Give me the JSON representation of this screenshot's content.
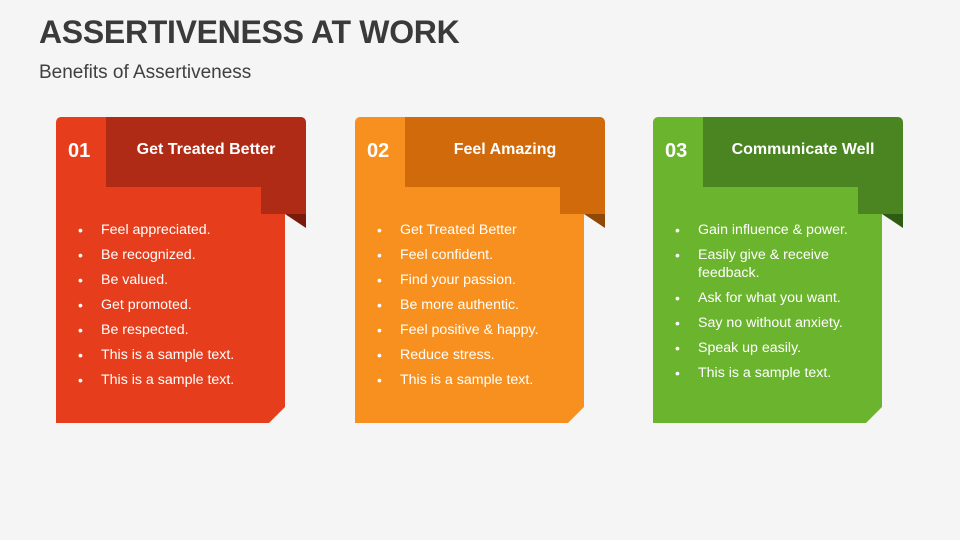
{
  "slide": {
    "title": "ASSERTIVENESS AT WORK",
    "subtitle": "Benefits of Assertiveness"
  },
  "cards": [
    {
      "number": "01",
      "heading": "Get Treated Better",
      "body_color": "#e63e1c",
      "tab_color": "#b02b16",
      "fold_color": "#7a1c0c",
      "items": [
        "Feel appreciated.",
        "Be recognized.",
        "Be valued.",
        "Get promoted.",
        "Be respected.",
        "This is a sample text.",
        "This is a sample text."
      ]
    },
    {
      "number": "02",
      "heading": "Feel Amazing",
      "body_color": "#f7901e",
      "tab_color": "#d06a0b",
      "fold_color": "#8f4805",
      "items": [
        "Get Treated Better",
        "Feel confident.",
        "Find your passion.",
        "Be more authentic.",
        "Feel positive & happy.",
        "Reduce stress.",
        "This is a sample text."
      ]
    },
    {
      "number": "03",
      "heading": "Communicate Well",
      "body_color": "#6bb42d",
      "tab_color": "#4a8522",
      "fold_color": "#2f5a14",
      "items": [
        "Gain influence & power.",
        "Easily give & receive feedback.",
        "Ask for what you want.",
        "Say no without anxiety.",
        "Speak up easily.",
        "This is a sample text."
      ]
    }
  ]
}
